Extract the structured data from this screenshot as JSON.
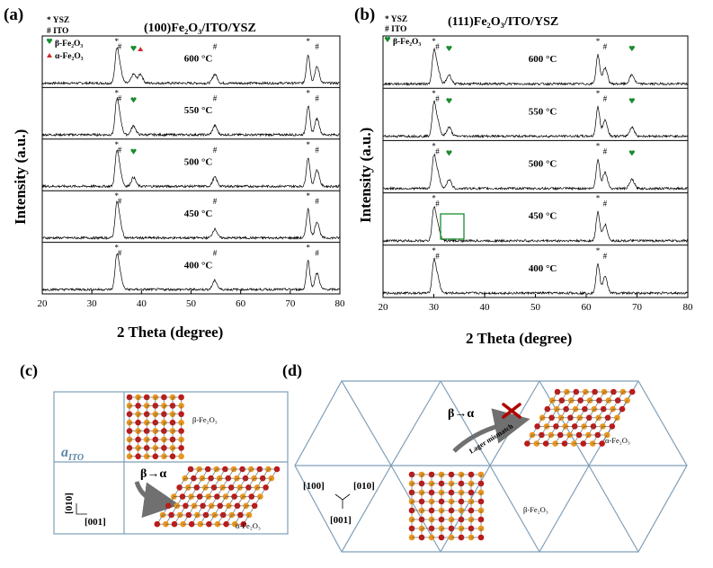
{
  "panels": {
    "a": {
      "label": "(a)",
      "title": "(100)Fe₂O₃/ITO/YSZ",
      "legend": [
        "* YSZ",
        "# ITO",
        "β-Fe₂O₃",
        "α-Fe₂O₃"
      ],
      "ylabel": "Intensity (a.u.)",
      "xlabel": "2 Theta (degree)",
      "xticks": [
        "20",
        "30",
        "40",
        "50",
        "60",
        "70",
        "80"
      ]
    },
    "b": {
      "label": "(b)",
      "title": "(111)Fe₂O₃/ITO/YSZ",
      "legend": [
        "* YSZ",
        "# ITO",
        "β-Fe₂O₃"
      ],
      "ylabel": "Intensity (a.u.)",
      "xlabel": "2 Theta (degree)",
      "xticks": [
        "20",
        "30",
        "40",
        "50",
        "60",
        "70",
        "80"
      ]
    },
    "c": {
      "label": "(c)",
      "beta_label": "β-Fe₂O₃",
      "alpha_label": "α-Fe₂O₃",
      "lattice_label": "a",
      "lattice_sub": "ITO",
      "transition": "β→α",
      "axis_vertical": "[010]",
      "axis_horizontal": "[001]"
    },
    "d": {
      "label": "(d)",
      "transition": "β→α",
      "mismatch": "Lager mismatch",
      "alpha_label": "α-Fe₂O₃",
      "beta_label": "β-Fe₂O₃",
      "axis_a": "[100]",
      "axis_b": "[010]",
      "axis_c": "[001]"
    }
  },
  "chart_data": [
    {
      "type": "line",
      "panel": "a",
      "title": "(100)Fe₂O₃/ITO/YSZ",
      "xlabel": "2 Theta (degree)",
      "ylabel": "Intensity (a.u.)",
      "xlim": [
        20,
        80
      ],
      "series": [
        {
          "name": "600 °C",
          "peaks": [
            {
              "x": 35.0,
              "mark": "*"
            },
            {
              "x": 35.6,
              "mark": "#"
            },
            {
              "x": 38.4,
              "mark": "beta"
            },
            {
              "x": 39.8,
              "mark": "alpha"
            },
            {
              "x": 54.8,
              "mark": "#"
            },
            {
              "x": 73.6,
              "mark": "*"
            },
            {
              "x": 75.4,
              "mark": "#"
            }
          ]
        },
        {
          "name": "550 °C",
          "peaks": [
            {
              "x": 35.0,
              "mark": "*"
            },
            {
              "x": 35.6,
              "mark": "#"
            },
            {
              "x": 38.4,
              "mark": "beta"
            },
            {
              "x": 54.8,
              "mark": "#"
            },
            {
              "x": 73.6,
              "mark": "*"
            },
            {
              "x": 75.4,
              "mark": "#"
            }
          ]
        },
        {
          "name": "500 °C",
          "peaks": [
            {
              "x": 35.0,
              "mark": "*"
            },
            {
              "x": 35.6,
              "mark": "#"
            },
            {
              "x": 38.4,
              "mark": "beta"
            },
            {
              "x": 54.8,
              "mark": "#"
            },
            {
              "x": 73.6,
              "mark": "*"
            },
            {
              "x": 75.4,
              "mark": "#"
            }
          ]
        },
        {
          "name": "450 °C",
          "peaks": [
            {
              "x": 35.0,
              "mark": "*"
            },
            {
              "x": 35.6,
              "mark": "#"
            },
            {
              "x": 54.8,
              "mark": "#"
            },
            {
              "x": 73.6,
              "mark": "*"
            },
            {
              "x": 75.4,
              "mark": "#"
            }
          ]
        },
        {
          "name": "400 °C",
          "peaks": [
            {
              "x": 35.0,
              "mark": "*"
            },
            {
              "x": 35.6,
              "mark": "#"
            },
            {
              "x": 54.8,
              "mark": "#"
            },
            {
              "x": 73.6,
              "mark": "*"
            },
            {
              "x": 75.4,
              "mark": "#"
            }
          ]
        }
      ]
    },
    {
      "type": "line",
      "panel": "b",
      "title": "(111)Fe₂O₃/ITO/YSZ",
      "xlabel": "2 Theta (degree)",
      "ylabel": "Intensity (a.u.)",
      "xlim": [
        20,
        80
      ],
      "series": [
        {
          "name": "600 °C",
          "peaks": [
            {
              "x": 30.0,
              "mark": "*"
            },
            {
              "x": 30.7,
              "mark": "#"
            },
            {
              "x": 33.0,
              "mark": "beta"
            },
            {
              "x": 62.3,
              "mark": "*"
            },
            {
              "x": 63.7,
              "mark": "#"
            },
            {
              "x": 69.0,
              "mark": "beta"
            }
          ]
        },
        {
          "name": "550 °C",
          "peaks": [
            {
              "x": 30.0,
              "mark": "*"
            },
            {
              "x": 30.7,
              "mark": "#"
            },
            {
              "x": 33.0,
              "mark": "beta"
            },
            {
              "x": 62.3,
              "mark": "*"
            },
            {
              "x": 63.7,
              "mark": "#"
            },
            {
              "x": 69.0,
              "mark": "beta"
            }
          ]
        },
        {
          "name": "500 °C",
          "peaks": [
            {
              "x": 30.0,
              "mark": "*"
            },
            {
              "x": 30.7,
              "mark": "#"
            },
            {
              "x": 33.0,
              "mark": "beta"
            },
            {
              "x": 62.3,
              "mark": "*"
            },
            {
              "x": 63.7,
              "mark": "#"
            },
            {
              "x": 69.0,
              "mark": "beta"
            }
          ]
        },
        {
          "name": "450 °C",
          "peaks": [
            {
              "x": 30.0,
              "mark": "*"
            },
            {
              "x": 30.7,
              "mark": "#"
            },
            {
              "x": 62.3,
              "mark": "*"
            },
            {
              "x": 63.7,
              "mark": "#"
            }
          ]
        },
        {
          "name": "400 °C",
          "peaks": [
            {
              "x": 30.0,
              "mark": "*"
            },
            {
              "x": 30.7,
              "mark": "#"
            },
            {
              "x": 62.3,
              "mark": "*"
            },
            {
              "x": 63.7,
              "mark": "#"
            }
          ]
        }
      ]
    }
  ],
  "colors": {
    "beta": "#1a8c2e",
    "alpha": "#d12a2a",
    "oxygen": "#c01818",
    "iron": "#e8961e",
    "grid": "#7f9fb8",
    "arrow": "#707070",
    "cross": "#b00000"
  }
}
